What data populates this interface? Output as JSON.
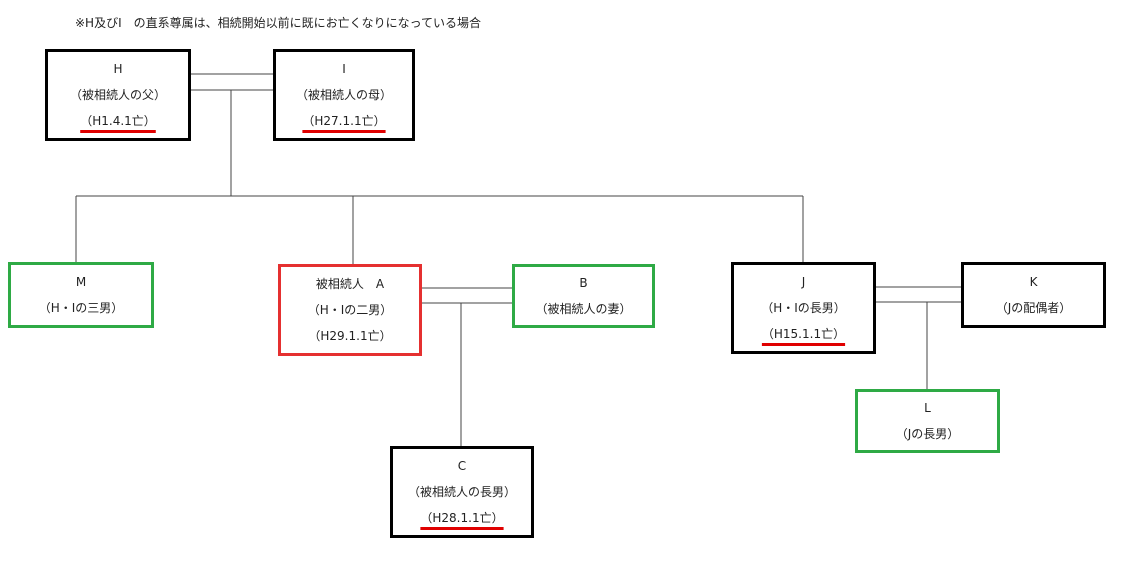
{
  "note": "※H及びI　の直系尊属は、相続開始以前に既にお亡くなりになっている場合",
  "people": {
    "H": {
      "name": "H",
      "relation": "（被相続人の父）",
      "death": "（H1.4.1亡）"
    },
    "I": {
      "name": "I",
      "relation": "（被相続人の母）",
      "death": "（H27.1.1亡）"
    },
    "M": {
      "name": "M",
      "relation": "（H・Iの三男）"
    },
    "A": {
      "name": "被相続人　A",
      "relation": "（H・Iの二男）",
      "death": "（H29.1.1亡）"
    },
    "B": {
      "name": "B",
      "relation": "（被相続人の妻）"
    },
    "J": {
      "name": "J",
      "relation": "（H・Iの長男）",
      "death": "（H15.1.1亡）"
    },
    "K": {
      "name": "K",
      "relation": "（Jの配偶者）"
    },
    "L": {
      "name": "L",
      "relation": "（Jの長男）"
    },
    "C": {
      "name": "C",
      "relation": "（被相続人の長男）",
      "death": "（H28.1.1亡）"
    }
  },
  "colors": {
    "outline_black": "#000000",
    "outline_green": "#2eaa45",
    "outline_red": "#e53030",
    "underline": "#e00000",
    "connector": "#444444"
  }
}
